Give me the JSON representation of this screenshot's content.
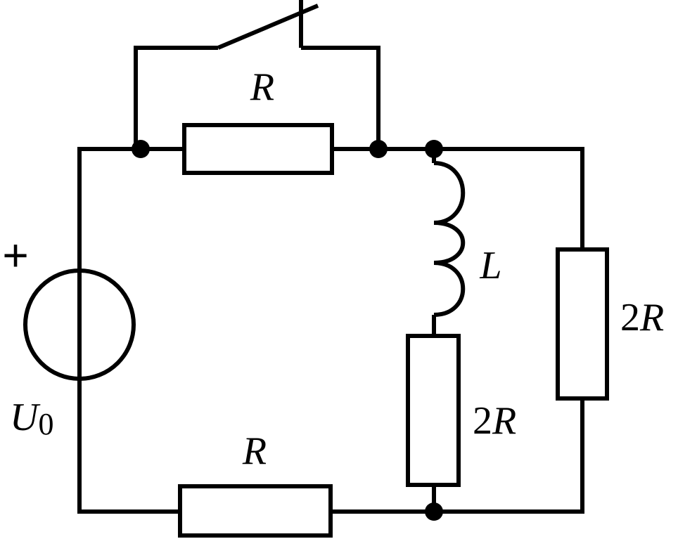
{
  "labels": {
    "source_sign": "+",
    "source_symbol": "U",
    "source_subscript": "0",
    "resistor_top": "R",
    "resistor_bottom": "R",
    "inductor": "L",
    "resistor_mid_coef": "2",
    "resistor_mid_symbol": "R",
    "resistor_right_coef": "2",
    "resistor_right_symbol": "R"
  },
  "colors": {
    "stroke": "#000000",
    "background": "#ffffff"
  }
}
